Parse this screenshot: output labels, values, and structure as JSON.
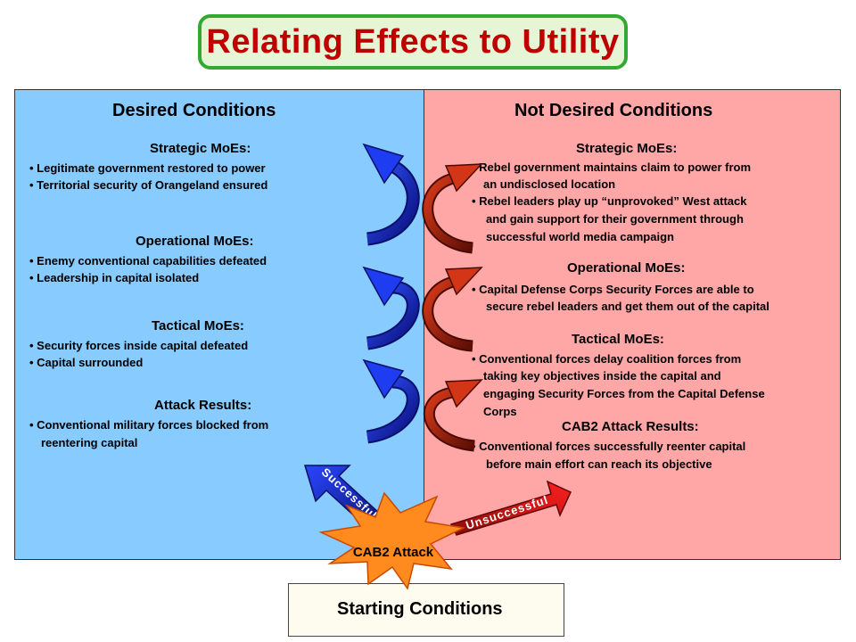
{
  "title": "Relating Effects to Utility",
  "colors": {
    "desired_panel": "#87cbff",
    "not_desired_panel": "#ffa7a7",
    "title_text": "#c00000",
    "title_border": "#33a833",
    "blue_arrow": "#1a2fe0",
    "red_arrow": "#c02a10",
    "starburst": "#ff8a1e"
  },
  "desired": {
    "heading": "Desired Conditions",
    "strategic": {
      "title": "Strategic MoEs:",
      "lines": [
        "• Legitimate government restored to power",
        "• Territorial security of Orangeland ensured"
      ]
    },
    "operational": {
      "title": "Operational MoEs:",
      "lines": [
        "• Enemy conventional capabilities defeated",
        "• Leadership in capital isolated"
      ]
    },
    "tactical": {
      "title": "Tactical MoEs:",
      "lines": [
        "• Security forces inside capital defeated",
        "• Capital surrounded"
      ]
    },
    "attack": {
      "title": "Attack Results:",
      "lines": [
        "• Conventional military forces blocked from",
        "reentering capital"
      ]
    }
  },
  "not_desired": {
    "heading": "Not Desired Conditions",
    "strategic": {
      "title": "Strategic MoEs:",
      "lines": [
        "• Rebel government maintains claim to power from",
        "an undisclosed location",
        "• Rebel leaders play up “unprovoked” West  attack",
        "and gain support for their government through",
        "successful world media campaign"
      ]
    },
    "operational": {
      "title": "Operational MoEs:",
      "lines": [
        "• Capital Defense Corps Security Forces are able to",
        "secure rebel leaders and get them out of the capital"
      ]
    },
    "tactical": {
      "title": "Tactical MoEs:",
      "lines": [
        "• Conventional forces delay coalition forces from",
        "taking key objectives inside the capital and",
        "engaging Security Forces from the Capital Defense",
        "Corps"
      ]
    },
    "attack": {
      "title": "CAB2 Attack Results:",
      "lines": [
        "• Conventional forces successfully reenter capital",
        "before main effort can reach its objective"
      ]
    }
  },
  "arrows": {
    "successful": "Successful",
    "unsuccessful": "Unsuccessful"
  },
  "burst_label": "CAB2 Attack",
  "starting": "Starting Conditions"
}
